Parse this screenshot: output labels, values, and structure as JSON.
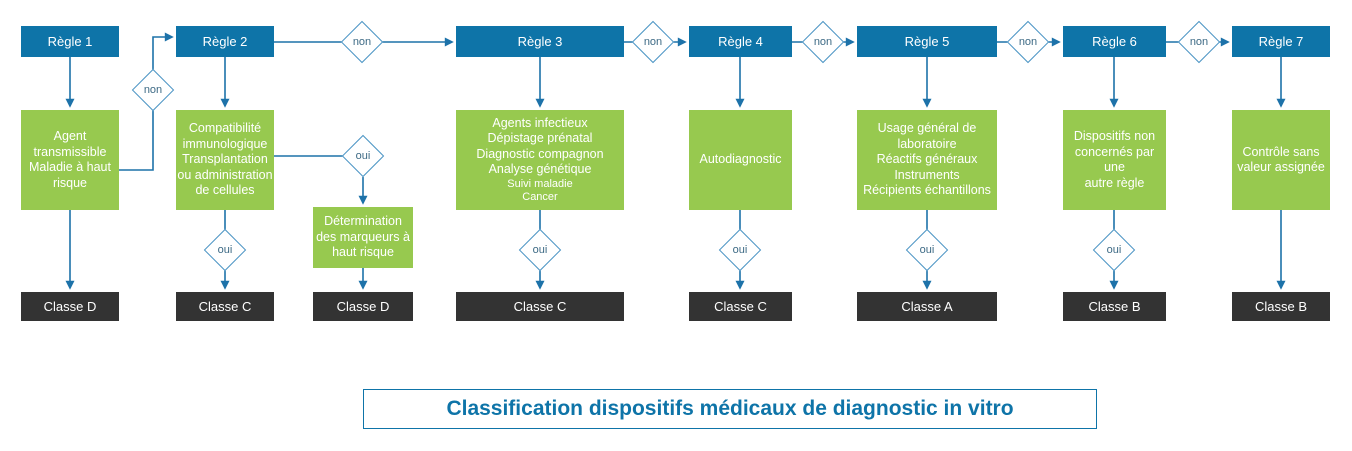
{
  "diagram_title": "Classification dispositifs médicaux de diagnostic in vitro",
  "decision_labels": {
    "yes": "oui",
    "no": "non"
  },
  "colors": {
    "rule_box": "#0e74a8",
    "criteria_box": "#97c94f",
    "class_box": "#333333",
    "connector": "#1d72a9",
    "diamond_border": "#4a94c4",
    "diamond_text": "#3d6a85",
    "title_text": "#0e74a8"
  },
  "rules": [
    {
      "label": "Règle 1",
      "criteria": "Agent\ntransmissible\nMaladie à haut\nrisque",
      "result": "Classe D"
    },
    {
      "label": "Règle 2",
      "criteria": "Compatibilité\nimmunologique\nTransplantation\nou administration\nde cellules",
      "result": "Classe C"
    },
    {
      "label": "Règle 3",
      "criteria": "Agents infectieux\nDépistage prénatal\nDiagnostic compagnon\nAnalyse génétique",
      "criteria_small": "Suivi maladie\nCancer",
      "result": "Classe C"
    },
    {
      "label": "Règle 4",
      "criteria": "Autodiagnostic",
      "result": "Classe C"
    },
    {
      "label": "Règle 5",
      "criteria": "Usage général de\nlaboratoire\nRéactifs généraux\nInstruments\nRécipients échantillons",
      "result": "Classe A"
    },
    {
      "label": "Règle 6",
      "criteria": "Dispositifs non\nconcernés par une\nautre règle",
      "result": "Classe B"
    },
    {
      "label": "Règle 7",
      "criteria": "Contrôle sans\nvaleur assignée",
      "result": "Classe B"
    }
  ],
  "rule2_branch": {
    "criteria": "Détermination\ndes marqueurs à\nhaut risque",
    "result": "Classe D"
  }
}
